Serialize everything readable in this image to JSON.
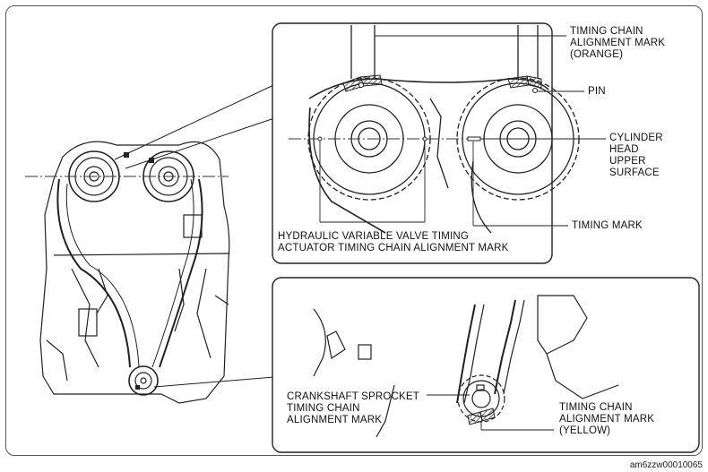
{
  "labels": {
    "orange_mark": "TIMING CHAIN\nALIGNMENT MARK\n(ORANGE)",
    "pin": "PIN",
    "cyl_head": "CYLINDER\nHEAD\nUPPER\nSURFACE",
    "timing_mark": "TIMING MARK",
    "hvvt_mark": "HYDRAULIC VARIABLE VALVE TIMING\nACTUATOR TIMING CHAIN ALIGNMENT MARK",
    "crank_mark": "CRANKSHAFT SPROCKET\nTIMING CHAIN\nALIGNMENT MARK",
    "yellow_mark": "TIMING CHAIN\nALIGNMENT MARK\n(YELLOW)"
  },
  "image_code": "am6zzw00010065"
}
